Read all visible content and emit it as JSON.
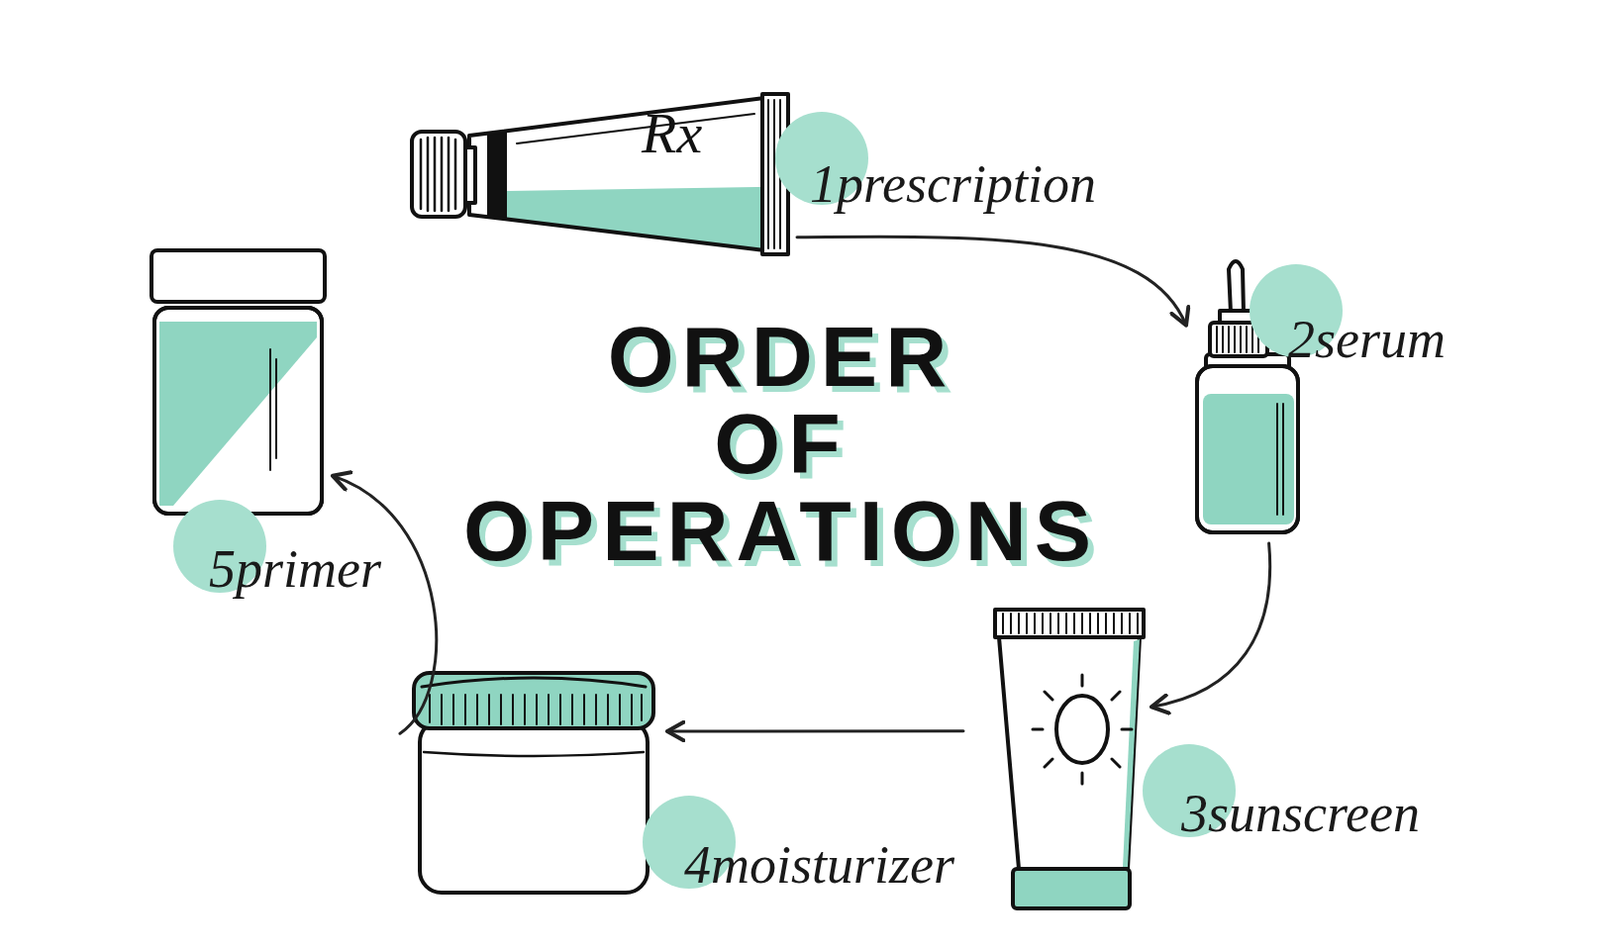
{
  "diagram": {
    "title": "ORDER OF OPERATIONS",
    "nodes": [
      {
        "text": [
          "1",
          "prescription"
        ]
      },
      {
        "text": [
          "2",
          "serum"
        ]
      },
      {
        "text": [
          "3",
          "sunscreen"
        ]
      },
      {
        "text": [
          "4",
          "moisturizer"
        ]
      },
      {
        "text": [
          "5",
          "primer"
        ]
      }
    ],
    "edges": [
      {
        "from": 0,
        "to": 1,
        "arrow": "to"
      },
      {
        "from": 1,
        "to": 2,
        "arrow": "to"
      },
      {
        "from": 2,
        "to": 3,
        "arrow": "to"
      },
      {
        "from": 3,
        "to": 4,
        "arrow": "to"
      }
    ],
    "labels": [
      "Rx"
    ]
  }
}
